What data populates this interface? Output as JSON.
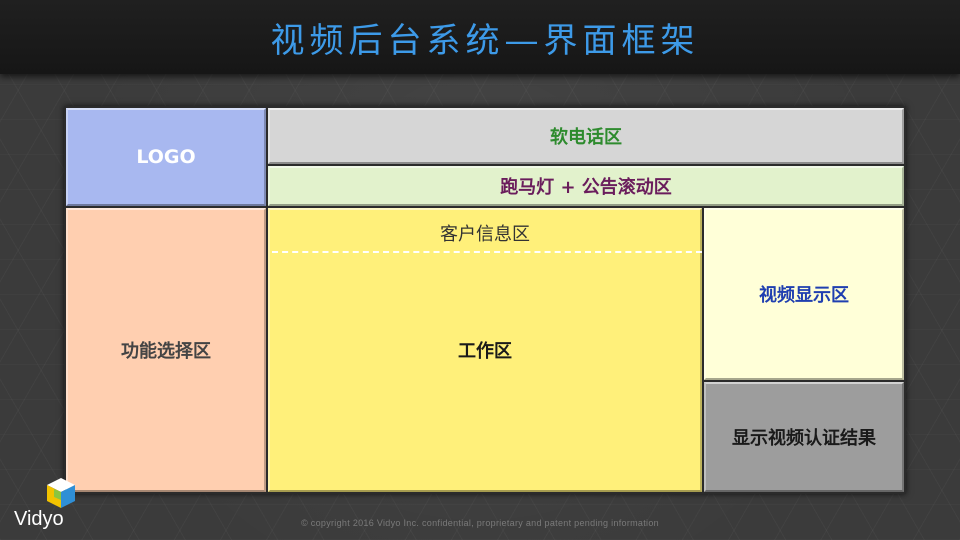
{
  "title": "视频后台系统—界面框架",
  "regions": {
    "logo": "LOGO",
    "softphone": "软电话区",
    "marquee": "跑马灯 + 公告滚动区",
    "function_select": "功能选择区",
    "client_info": "客户信息区",
    "workspace": "工作区",
    "video_display": "视频显示区",
    "video_auth_result": "显示视频认证结果"
  },
  "brand": {
    "name": "Vidyo",
    "copyright": "© copyright  2016 Vidyo Inc.  confidential,  proprietary  and patent pending  information"
  },
  "colors": {
    "title": "#3d9ae8",
    "logo_bg": "#a8b8f0",
    "softphone_bg": "#d6d6d6",
    "softphone_text": "#2e8b2e",
    "marquee_bg": "#e2f2cc",
    "marquee_text": "#6a1d5c",
    "function_bg": "#ffcfb0",
    "workspace_bg": "#fff07a",
    "video_bg": "#ffffd8",
    "video_text": "#1f3fb0",
    "auth_bg": "#9d9d9d"
  }
}
